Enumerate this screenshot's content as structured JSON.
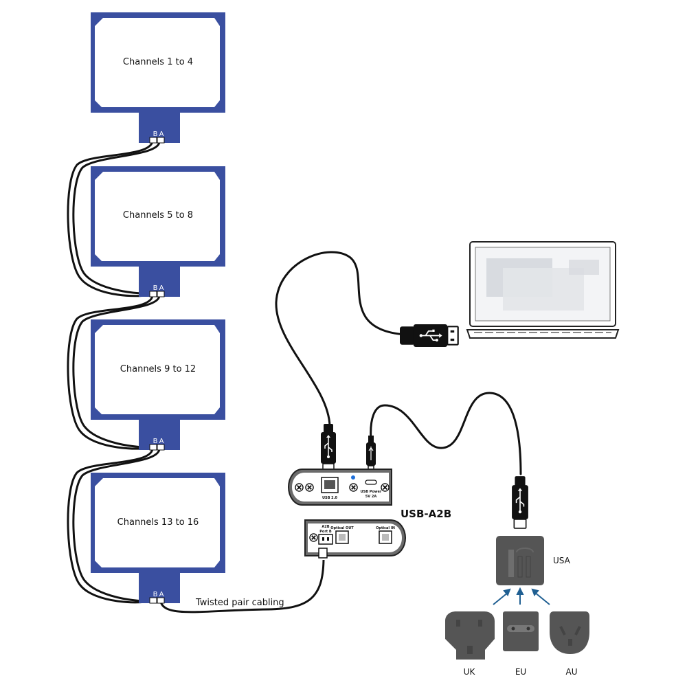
{
  "boards": [
    {
      "label": "Channels 1 to 4",
      "pin_b": "B",
      "pin_a": "A"
    },
    {
      "label": "Channels 5 to 8",
      "pin_b": "B",
      "pin_a": "A"
    },
    {
      "label": "Channels 9 to 12",
      "pin_b": "B",
      "pin_a": "A"
    },
    {
      "label": "Channels 13 to 16",
      "pin_b": "B",
      "pin_a": "A"
    }
  ],
  "cable_label": "Twisted pair cabling",
  "device": {
    "title": "USB-A2B",
    "usb_port_label": "USB 2.0",
    "power_label_1": "USB Power",
    "power_label_2": "5V 2A",
    "a2b_label_1": "A2B",
    "a2b_label_2": "Port B",
    "optical_out_label": "Optical OUT",
    "optical_in_label": "Optical IN"
  },
  "adapters": {
    "usa": "USA",
    "uk": "UK",
    "eu": "EU",
    "au": "AU"
  },
  "colors": {
    "board_blue": "#3a4fa0",
    "cable": "#111111",
    "adapter": "#555555",
    "arrow": "#1f5f92",
    "led": "#1e6fd9"
  }
}
